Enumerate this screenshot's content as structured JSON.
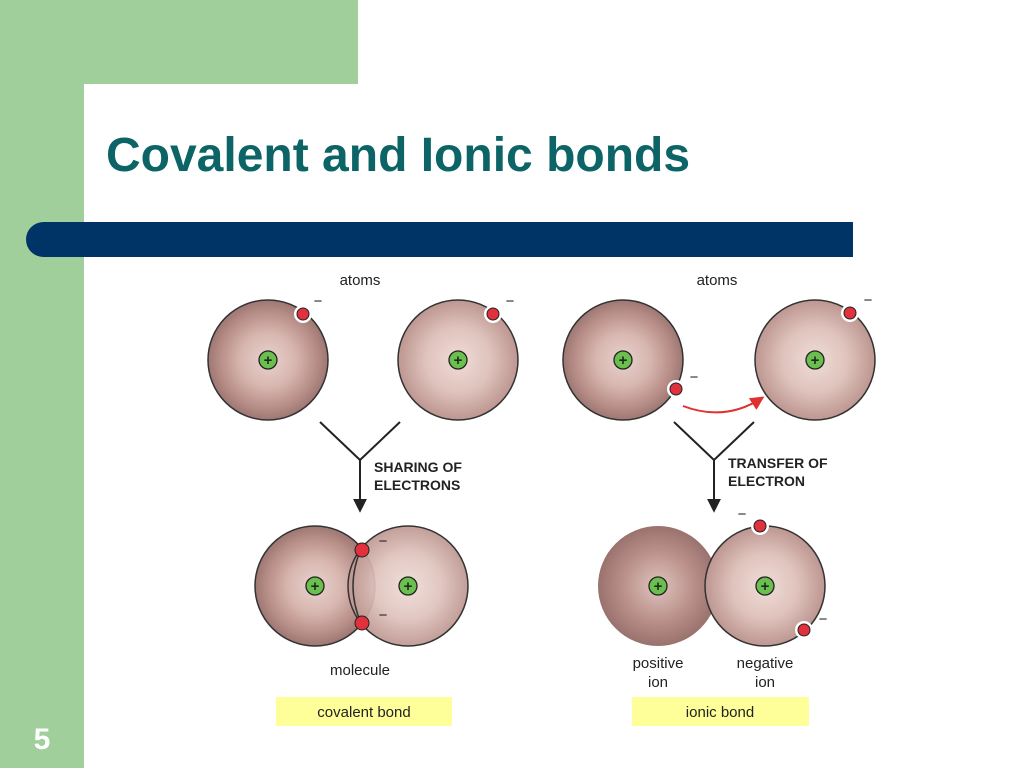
{
  "slide": {
    "title": "Covalent and Ionic bonds",
    "number": "5"
  },
  "colors": {
    "band": "#a1cf9b",
    "title_text": "#0d6466",
    "rule": "#003366",
    "electron": "#e0313c",
    "nucleus": "#6bbf4e",
    "arrow_transfer": "#e03030",
    "caption_box": "#ffff99"
  },
  "diagram": {
    "covalent": {
      "top_label": "atoms",
      "process_line1": "SHARING OF",
      "process_line2": "ELECTRONS",
      "result_label": "molecule",
      "bond_caption": "covalent bond"
    },
    "ionic": {
      "top_label": "atoms",
      "process_line1": "TRANSFER OF",
      "process_line2": "ELECTRON",
      "positive_line1": "positive",
      "positive_line2": "ion",
      "negative_line1": "negative",
      "negative_line2": "ion",
      "bond_caption": "ionic bond"
    },
    "symbols": {
      "nucleus_sign": "+",
      "electron_sign": "−"
    }
  }
}
